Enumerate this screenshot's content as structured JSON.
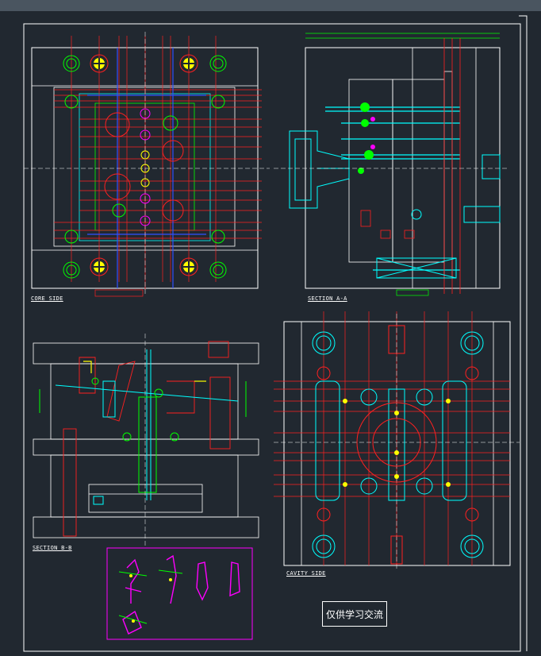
{
  "window": {
    "title_bar": ""
  },
  "views": {
    "core_side": "CORE SIDE",
    "section_aa": "SECTION A-A",
    "section_bb": "SECTION B-B",
    "cavity_side": "CAVITY SIDE"
  },
  "stamp": "仅供学习交流",
  "colors": {
    "background": "#212830",
    "frame": "#ffffff",
    "red": "#ff2020",
    "cyan": "#00ffff",
    "green": "#00ff00",
    "yellow": "#ffff00",
    "magenta": "#ff00ff",
    "blue": "#3050ff"
  }
}
